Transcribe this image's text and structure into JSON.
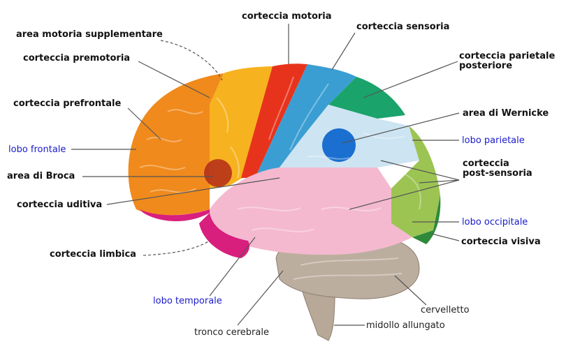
{
  "labels": {
    "motor_cortex": "corteccia motoria",
    "supplementary_motor_area": "area motoria supplementare",
    "sensory_cortex": "corteccia sensoria",
    "premotor_cortex": "corteccia premotoria",
    "posterior_parietal_line1": "corteccia parietale",
    "posterior_parietal_line2": "posteriore",
    "prefrontal_cortex": "corteccia prefrontale",
    "wernicke_area": "area di Wernicke",
    "frontal_lobe": "lobo frontale",
    "parietal_lobe": "lobo parietale",
    "broca_area": "area di Broca",
    "post_sensory_line1": "corteccia",
    "post_sensory_line2": "post-sensoria",
    "auditory_cortex": "corteccia uditiva",
    "occipital_lobe": "lobo occipitale",
    "visual_cortex": "corteccia visiva",
    "limbic_cortex": "corteccia limbica",
    "temporal_lobe": "lobo temporale",
    "cerebellum": "cervelletto",
    "medulla": "midollo allungato",
    "brainstem": "tronco cerebrale"
  },
  "colors": {
    "prefrontal": "#f08a1c",
    "premotor": "#f7b21f",
    "motor": "#e8331c",
    "sensory": "#3a9ed3",
    "parietal_posterior": "#1aa36b",
    "wernicke": "#1a6fd0",
    "temporal": "#f4b9cf",
    "limbic": "#d81f7d",
    "post_sensory": "#9cc452",
    "visual": "#2e8a3a",
    "cerebellum": "#b8a99a",
    "lobe_label": "#1a1acc"
  }
}
